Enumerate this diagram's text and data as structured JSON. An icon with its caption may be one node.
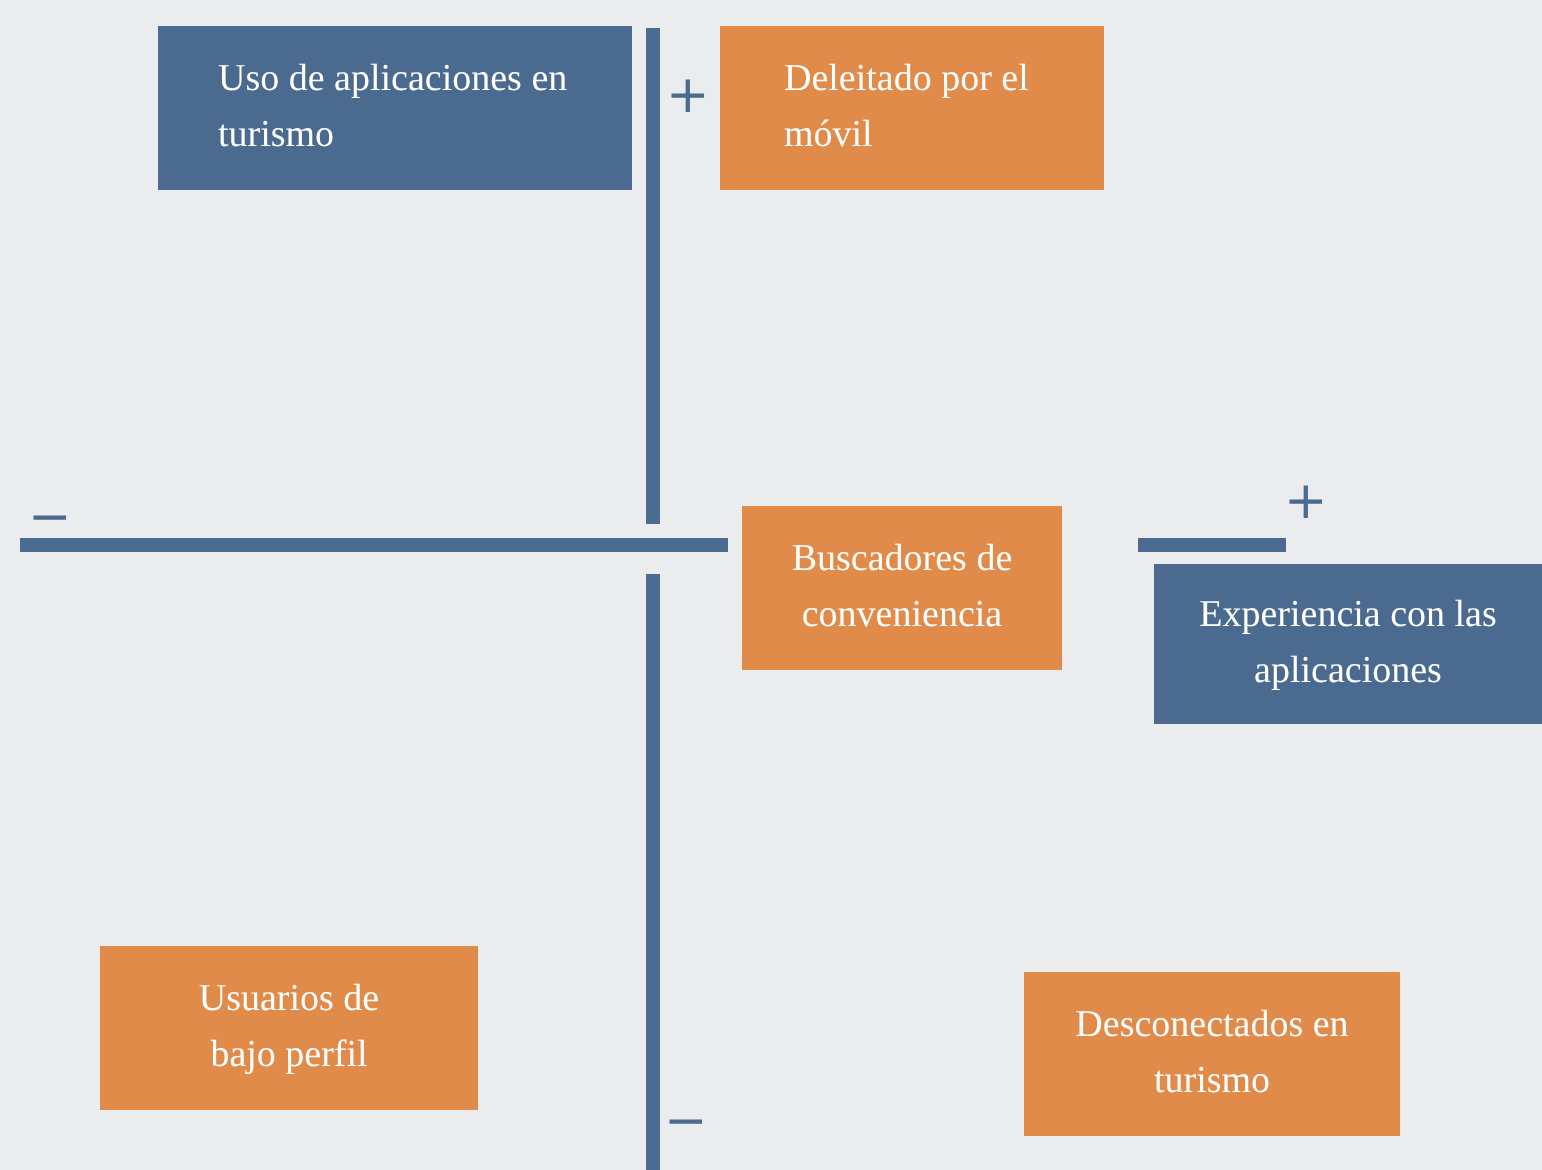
{
  "diagram": {
    "nodes": [
      {
        "text": [
          "Uso de aplicaciones en turismo"
        ]
      },
      {
        "text": [
          "Deleitado por el móvil"
        ]
      },
      {
        "text": [
          "Buscadores de conveniencia"
        ]
      },
      {
        "text": [
          "Experiencia con las aplicaciones"
        ]
      },
      {
        "text": [
          "Usuarios de bajo perfil"
        ]
      },
      {
        "text": [
          "Desconectados en turismo"
        ]
      }
    ],
    "labels": [
      "+",
      "−",
      "+",
      "−"
    ]
  }
}
